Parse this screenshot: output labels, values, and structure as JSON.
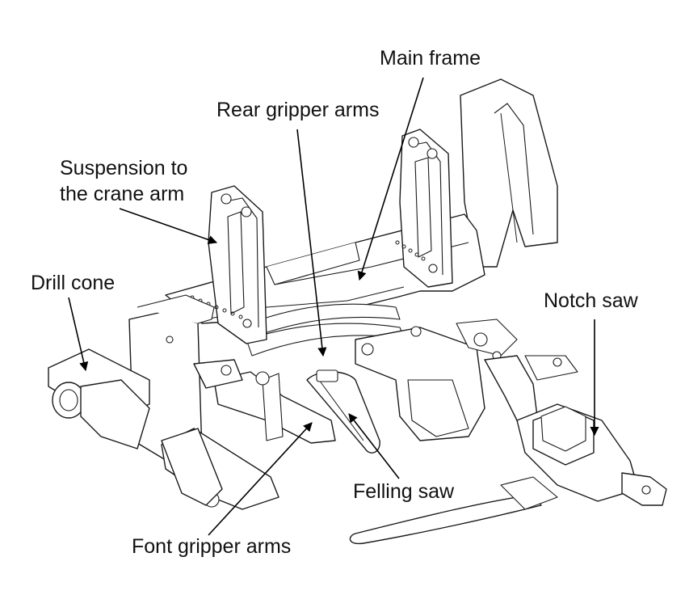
{
  "labels": {
    "main_frame": "Main frame",
    "rear_gripper_arms": "Rear gripper arms",
    "suspension_line1": "Suspension to",
    "suspension_line2": "the crane arm",
    "drill_cone": "Drill cone",
    "notch_saw": "Notch saw",
    "felling_saw": "Felling saw",
    "font_gripper_arms": "Font gripper arms"
  },
  "colors": {
    "line": "#1a1a1a",
    "text": "#111111",
    "background": "#ffffff"
  }
}
